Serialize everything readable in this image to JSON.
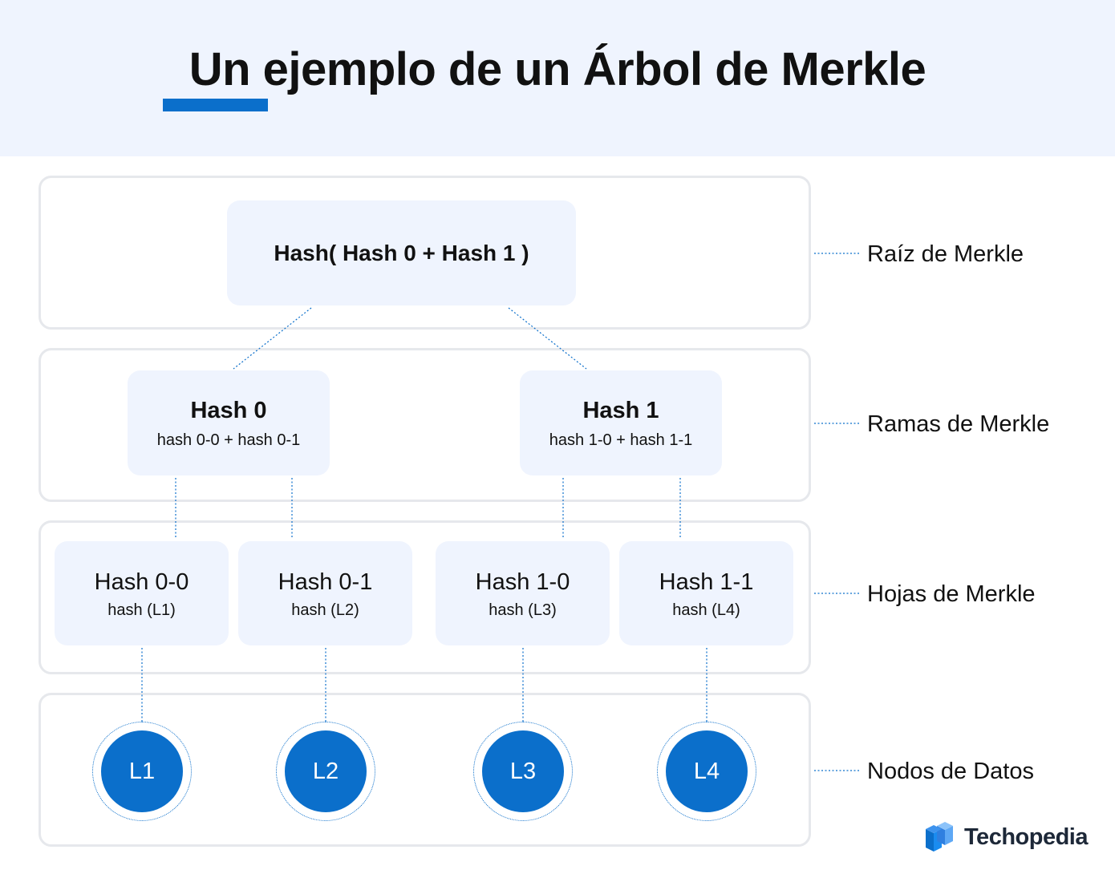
{
  "title": "Un ejemplo de un Árbol de Merkle",
  "root": {
    "label": "Hash( Hash 0 + Hash 1 )"
  },
  "branches": [
    {
      "title": "Hash 0",
      "subtitle": "hash 0-0 + hash 0-1"
    },
    {
      "title": "Hash 1",
      "subtitle": "hash 1-0 + hash 1-1"
    }
  ],
  "leaves": [
    {
      "title": "Hash 0-0",
      "subtitle": "hash (L1)"
    },
    {
      "title": "Hash 0-1",
      "subtitle": "hash (L2)"
    },
    {
      "title": "Hash 1-0",
      "subtitle": "hash (L3)"
    },
    {
      "title": "Hash 1-1",
      "subtitle": "hash (L4)"
    }
  ],
  "data_nodes": [
    "L1",
    "L2",
    "L3",
    "L4"
  ],
  "layer_labels": [
    "Raíz de Merkle",
    "Ramas de Merkle",
    "Hojas de Merkle",
    "Nodos de Datos"
  ],
  "brand": {
    "name": "Techopedia",
    "icon": "techopedia-logo-icon"
  },
  "colors": {
    "accent": "#0b6fcb",
    "header_bg": "#eff4fe",
    "node_bg": "#eff4fe",
    "panel_border": "#e6e8ec",
    "text": "#111111"
  }
}
